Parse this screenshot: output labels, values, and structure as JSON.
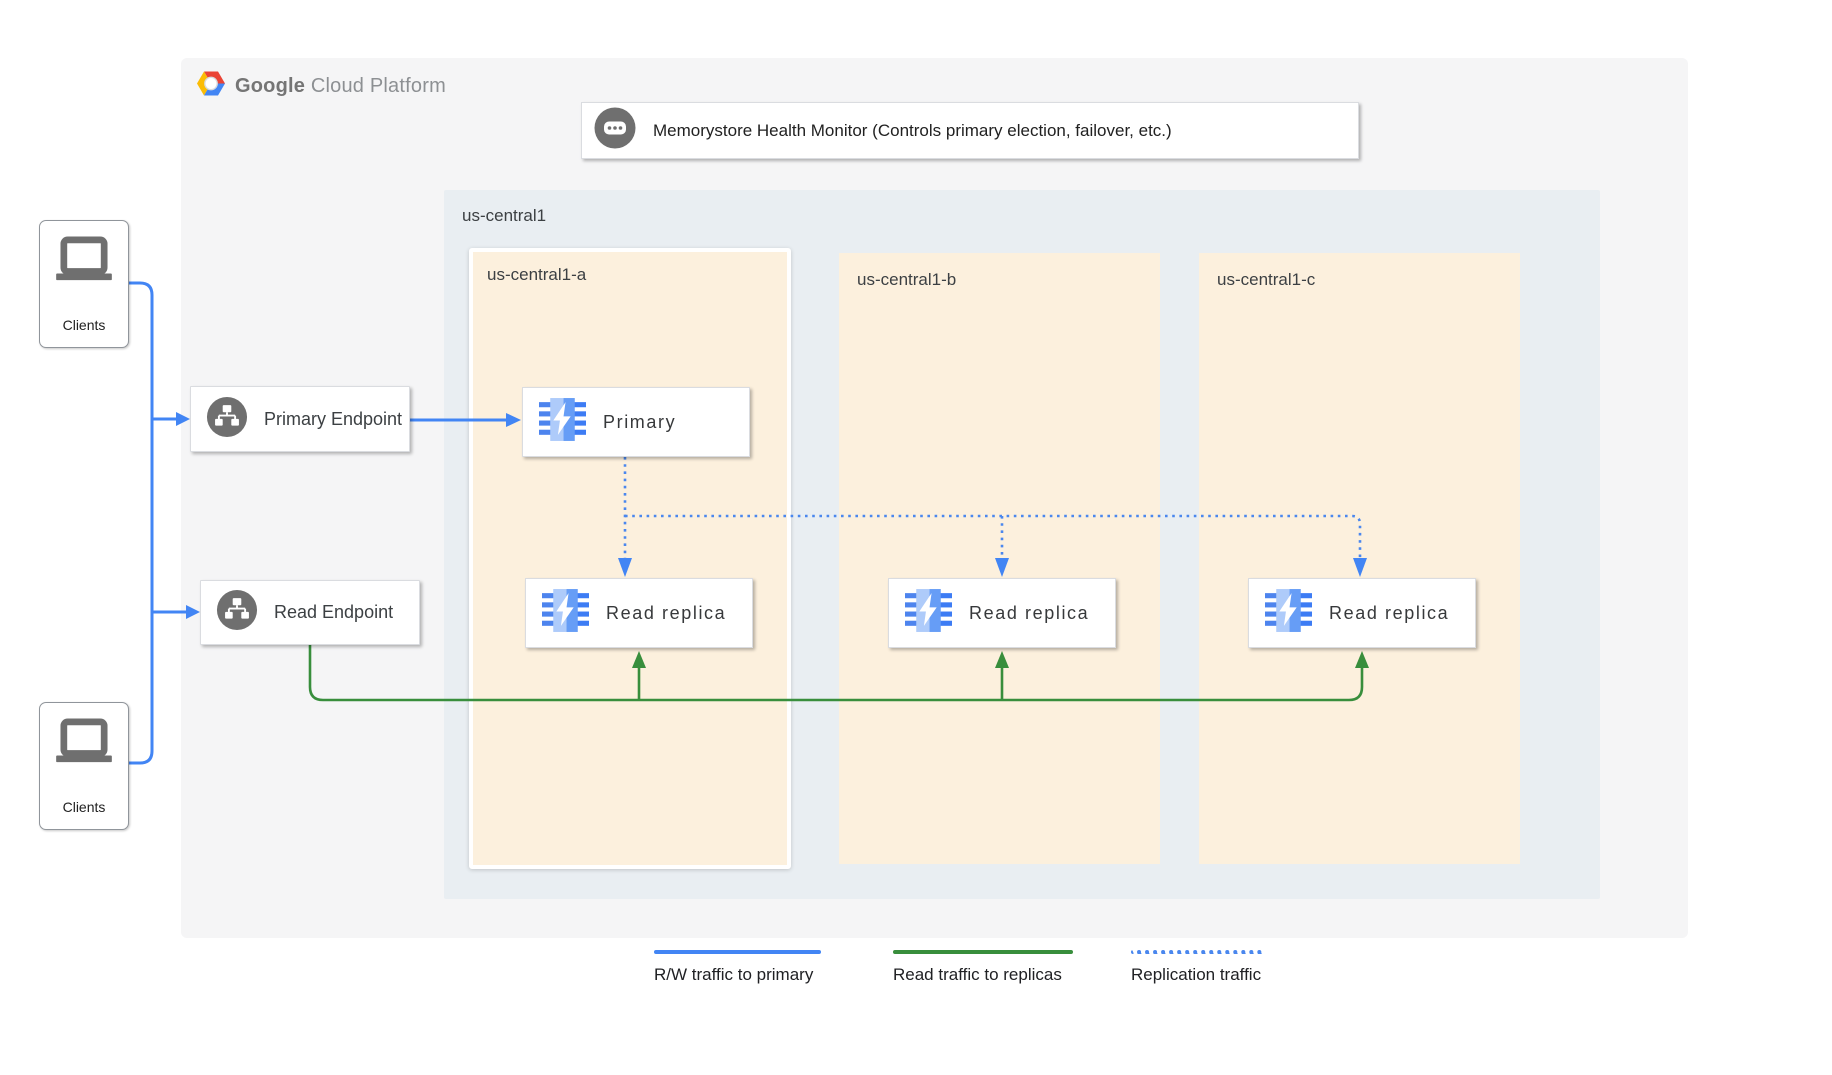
{
  "header": {
    "logo_google": "Google",
    "logo_rest": "Cloud Platform"
  },
  "monitor": {
    "label": "Memorystore Health Monitor (Controls primary election, failover, etc.)"
  },
  "region": {
    "label": "us-central1"
  },
  "zones": [
    {
      "label": "us-central1-a"
    },
    {
      "label": "us-central1-b"
    },
    {
      "label": "us-central1-c"
    }
  ],
  "nodes": {
    "primary_endpoint": {
      "label": "Primary Endpoint"
    },
    "read_endpoint": {
      "label": "Read Endpoint"
    },
    "primary": {
      "label": "Primary"
    },
    "replicas": [
      {
        "label": "Read replica"
      },
      {
        "label": "Read replica"
      },
      {
        "label": "Read replica"
      }
    ],
    "clients_top": {
      "label": "Clients"
    },
    "clients_bottom": {
      "label": "Clients"
    }
  },
  "legend": [
    {
      "label": "R/W traffic to primary",
      "style": "solid",
      "color": "#4285F4"
    },
    {
      "label": "Read traffic to replicas",
      "style": "solid",
      "color": "#388E3C"
    },
    {
      "label": "Replication traffic",
      "style": "dotted",
      "color": "#4A87EE"
    }
  ],
  "colors": {
    "accent_blue": "#4285F4",
    "traffic_green": "#388E3C",
    "panel_bg": "#F5F5F6",
    "region_bg": "#E9EEF2",
    "zone_bg": "#FCF0DD",
    "icon_gray": "#6F6F6F"
  }
}
